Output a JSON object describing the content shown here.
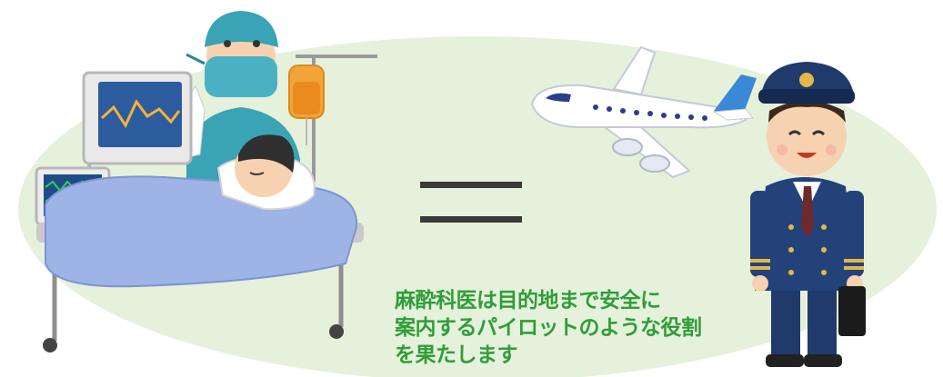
{
  "caption": {
    "line1": "麻酔科医は目的地まで安全に",
    "line2": "案内するパイロットのような役割",
    "line3": "を果たします"
  },
  "colors": {
    "background_oval": "#e6f1dc",
    "caption_text": "#2f9e3a",
    "equals_sign": "#3a3a3a"
  },
  "icons": [
    "anesthesiologist-illustration",
    "patient-in-bed-illustration",
    "iv-drip-icon",
    "monitor-icon",
    "equals-icon",
    "airplane-icon",
    "pilot-illustration"
  ]
}
